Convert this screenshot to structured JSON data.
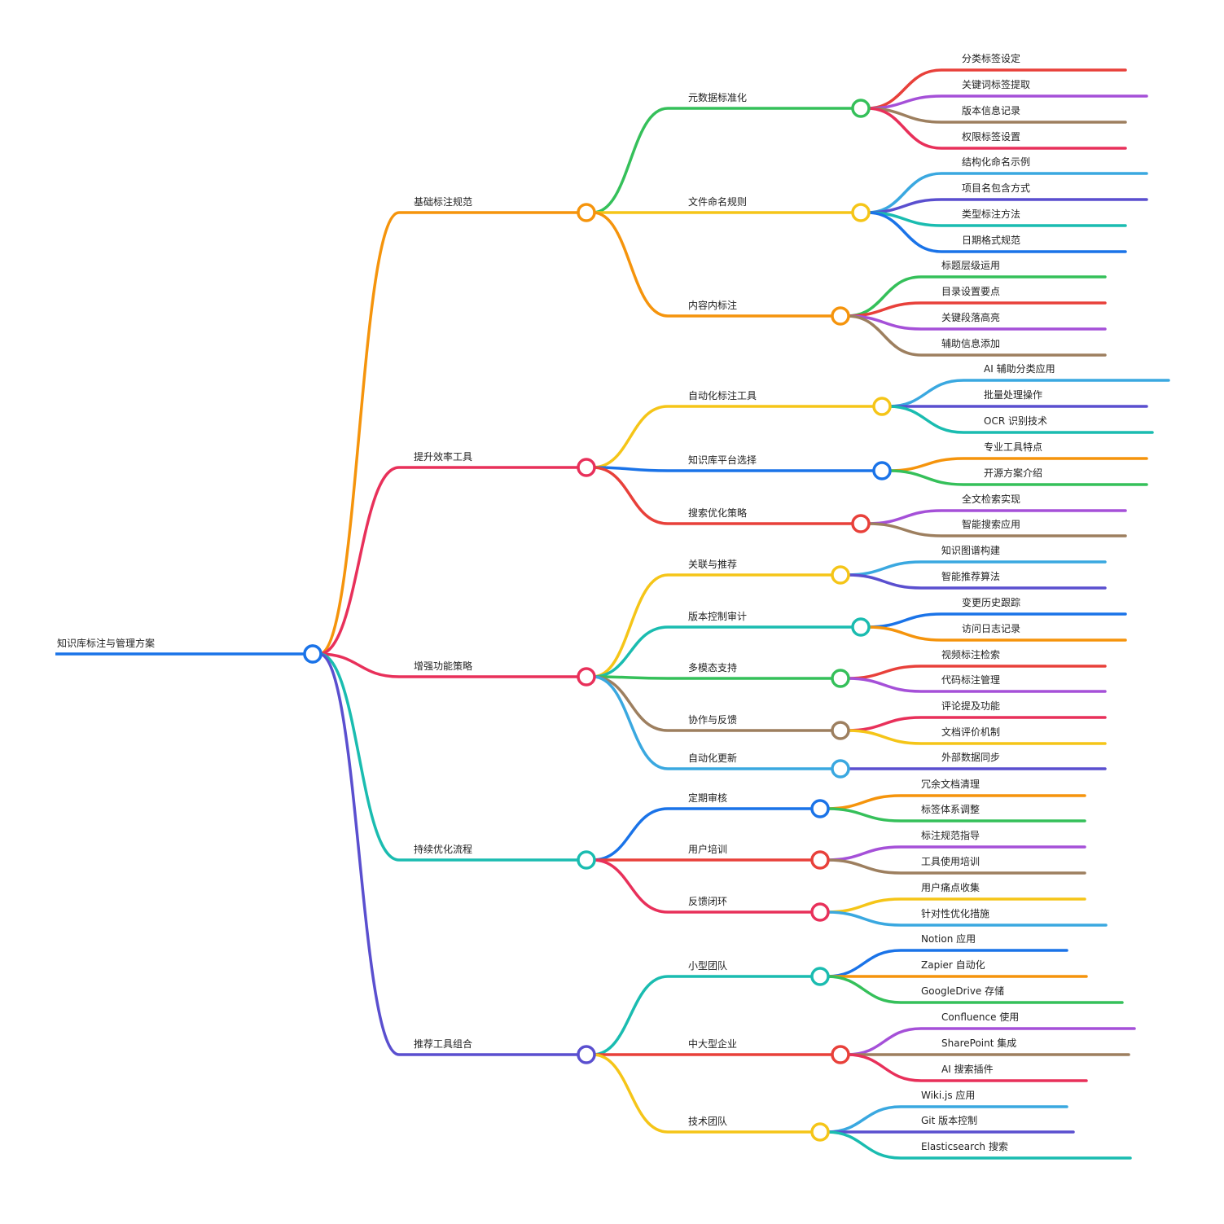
{
  "title": "知识库标注与管理方案",
  "palette": {
    "blue": "#1a73e8",
    "orange": "#f5940c",
    "crimson": "#e8305a",
    "teal": "#1abcb0",
    "indigo": "#5a4fcf",
    "green": "#35c05a",
    "yellow": "#f5c518",
    "red": "#e8403a",
    "purple": "#a550d8",
    "brown": "#9d7f5f",
    "sky": "#3aa8e0"
  },
  "root": {
    "label": "知识库标注与管理方案",
    "color": "blue",
    "children": [
      {
        "label": "基础标注规范",
        "color": "orange",
        "children": [
          {
            "label": "元数据标准化",
            "color": "green",
            "children": [
              {
                "label": "分类标签设定",
                "color": "red"
              },
              {
                "label": "关键词标签提取",
                "color": "purple"
              },
              {
                "label": "版本信息记录",
                "color": "brown"
              },
              {
                "label": "权限标签设置",
                "color": "crimson"
              }
            ]
          },
          {
            "label": "文件命名规则",
            "color": "yellow",
            "children": [
              {
                "label": "结构化命名示例",
                "color": "sky"
              },
              {
                "label": "项目名包含方式",
                "color": "indigo"
              },
              {
                "label": "类型标注方法",
                "color": "teal"
              },
              {
                "label": "日期格式规范",
                "color": "blue"
              }
            ]
          },
          {
            "label": "内容内标注",
            "color": "orange",
            "children": [
              {
                "label": "标题层级运用",
                "color": "green"
              },
              {
                "label": "目录设置要点",
                "color": "red"
              },
              {
                "label": "关键段落高亮",
                "color": "purple"
              },
              {
                "label": "辅助信息添加",
                "color": "brown"
              }
            ]
          }
        ]
      },
      {
        "label": "提升效率工具",
        "color": "crimson",
        "children": [
          {
            "label": "自动化标注工具",
            "color": "yellow",
            "children": [
              {
                "label": "AI 辅助分类应用",
                "color": "sky"
              },
              {
                "label": "批量处理操作",
                "color": "indigo"
              },
              {
                "label": "OCR 识别技术",
                "color": "teal"
              }
            ]
          },
          {
            "label": "知识库平台选择",
            "color": "blue",
            "children": [
              {
                "label": "专业工具特点",
                "color": "orange"
              },
              {
                "label": "开源方案介绍",
                "color": "green"
              }
            ]
          },
          {
            "label": "搜索优化策略",
            "color": "red",
            "children": [
              {
                "label": "全文检索实现",
                "color": "purple"
              },
              {
                "label": "智能搜索应用",
                "color": "brown"
              }
            ]
          }
        ]
      },
      {
        "label": "增强功能策略",
        "color": "crimson",
        "children": [
          {
            "label": "关联与推荐",
            "color": "yellow",
            "children": [
              {
                "label": "知识图谱构建",
                "color": "sky"
              },
              {
                "label": "智能推荐算法",
                "color": "indigo"
              }
            ]
          },
          {
            "label": "版本控制审计",
            "color": "teal",
            "children": [
              {
                "label": "变更历史跟踪",
                "color": "blue"
              },
              {
                "label": "访问日志记录",
                "color": "orange"
              }
            ]
          },
          {
            "label": "多模态支持",
            "color": "green",
            "children": [
              {
                "label": "视频标注检索",
                "color": "red"
              },
              {
                "label": "代码标注管理",
                "color": "purple"
              }
            ]
          },
          {
            "label": "协作与反馈",
            "color": "brown",
            "children": [
              {
                "label": "评论提及功能",
                "color": "crimson"
              },
              {
                "label": "文档评价机制",
                "color": "yellow"
              }
            ]
          },
          {
            "label": "自动化更新",
            "color": "sky",
            "children": [
              {
                "label": "外部数据同步",
                "color": "indigo"
              }
            ]
          }
        ]
      },
      {
        "label": "持续优化流程",
        "color": "teal",
        "children": [
          {
            "label": "定期审核",
            "color": "blue",
            "children": [
              {
                "label": "冗余文档清理",
                "color": "orange"
              },
              {
                "label": "标签体系调整",
                "color": "green"
              }
            ]
          },
          {
            "label": "用户培训",
            "color": "red",
            "children": [
              {
                "label": "标注规范指导",
                "color": "purple"
              },
              {
                "label": "工具使用培训",
                "color": "brown"
              }
            ]
          },
          {
            "label": "反馈闭环",
            "color": "crimson",
            "children": [
              {
                "label": "用户痛点收集",
                "color": "yellow"
              },
              {
                "label": "针对性优化措施",
                "color": "sky"
              }
            ]
          }
        ]
      },
      {
        "label": "推荐工具组合",
        "color": "indigo",
        "children": [
          {
            "label": "小型团队",
            "color": "teal",
            "children": [
              {
                "label": "Notion 应用",
                "color": "blue"
              },
              {
                "label": "Zapier 自动化",
                "color": "orange"
              },
              {
                "label": "GoogleDrive 存储",
                "color": "green"
              }
            ]
          },
          {
            "label": "中大型企业",
            "color": "red",
            "children": [
              {
                "label": "Confluence 使用",
                "color": "purple"
              },
              {
                "label": "SharePoint 集成",
                "color": "brown"
              },
              {
                "label": "AI 搜索插件",
                "color": "crimson"
              }
            ]
          },
          {
            "label": "技术团队",
            "color": "yellow",
            "children": [
              {
                "label": "Wiki.js 应用",
                "color": "sky"
              },
              {
                "label": "Git 版本控制",
                "color": "indigo"
              },
              {
                "label": "Elasticsearch 搜索",
                "color": "teal"
              }
            ]
          }
        ]
      }
    ]
  }
}
